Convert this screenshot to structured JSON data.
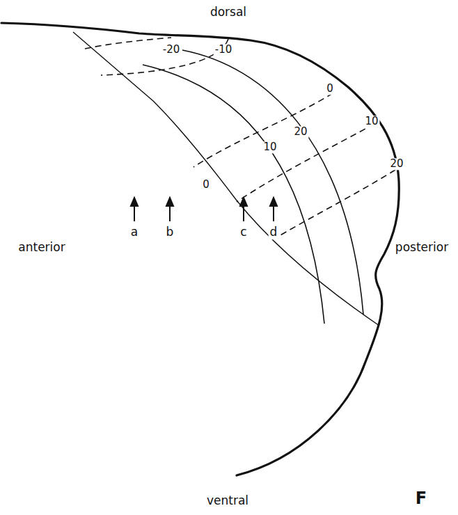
{
  "diagram": {
    "labels": [
      "dorsal",
      "-20",
      "-10",
      "0",
      "10",
      "20",
      "20",
      "10",
      "0",
      "anterior",
      "posterior",
      "a",
      "b",
      "c",
      "d",
      "ventral",
      "F"
    ]
  }
}
